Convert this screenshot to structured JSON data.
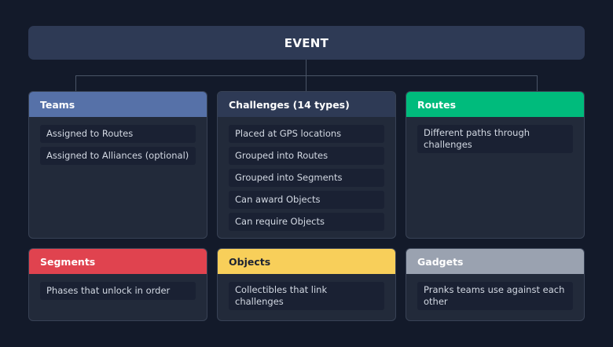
{
  "event": {
    "title": "EVENT"
  },
  "cards": {
    "teams": {
      "title": "Teams",
      "color": "#5671a8",
      "items": [
        "Assigned to Routes",
        "Assigned to Alliances (optional)"
      ]
    },
    "challenges": {
      "title": "Challenges (14 types)",
      "color": "#2e3a55",
      "items": [
        "Placed at GPS locations",
        "Grouped into Routes",
        "Grouped into Segments",
        "Can award Objects",
        "Can require Objects"
      ]
    },
    "routes": {
      "title": "Routes",
      "color": "#00bb7c",
      "items": [
        "Different paths through challenges"
      ]
    },
    "segments": {
      "title": "Segments",
      "color": "#e0434f",
      "items": [
        "Phases that unlock in order"
      ]
    },
    "objects": {
      "title": "Objects",
      "color": "#f8cf5a",
      "items": [
        "Collectibles that link challenges"
      ]
    },
    "gadgets": {
      "title": "Gadgets",
      "color": "#9aa2b0",
      "items": [
        "Pranks teams use against each other"
      ]
    }
  }
}
